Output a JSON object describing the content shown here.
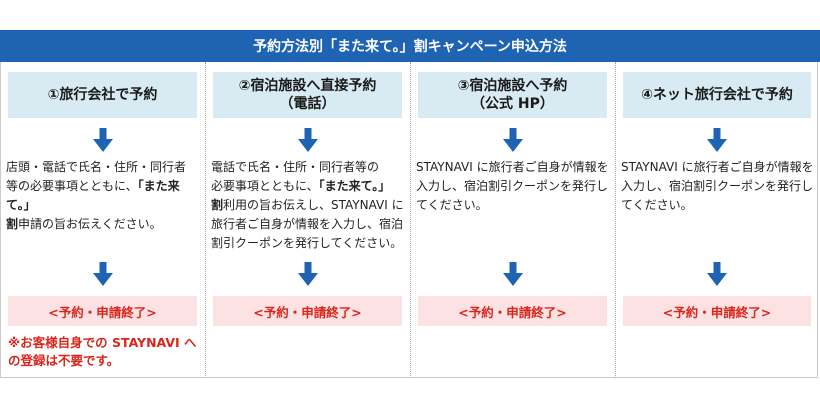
{
  "banner": {
    "title": "予約方法別「また来て。」割キャンペーン申込方法"
  },
  "columns": [
    {
      "heading": [
        "①旅行会社で予約"
      ],
      "desc": [
        {
          "t": "店頭・電話で氏名・住所・同行者",
          "b": false
        },
        {
          "t": "等の必要事項とともに、",
          "b": false
        },
        {
          "t": "「また来て。」",
          "b": true
        },
        {
          "t": "割",
          "b": true
        },
        {
          "t": "申請の旨お伝えください。",
          "b": false
        }
      ],
      "end": "<予約・申請終了>",
      "note": "※お客様自身での STAYNAVI への登録は不要です。"
    },
    {
      "heading": [
        "②宿泊施設へ直接予約",
        "（電話）"
      ],
      "desc": [
        {
          "t": "電話で氏名・住所・同行者等の",
          "b": false
        },
        {
          "t": "必要事項とともに、",
          "b": false
        },
        {
          "t": "「また来て。」",
          "b": true
        },
        {
          "t": "割",
          "b": true
        },
        {
          "t": "利用の旨お伝えし、STAYNAVI に旅行者ご自身が情報を入力し、宿泊割引クーポンを発行してください。",
          "b": false
        }
      ],
      "end": "<予約・申請終了>"
    },
    {
      "heading": [
        "③宿泊施設へ予約",
        "（公式 HP）"
      ],
      "desc": [
        {
          "t": "STAYNAVI に旅行者ご自身が情報を入力し、宿泊割引クーポンを発行してください。",
          "b": false
        }
      ],
      "end": "<予約・申請終了>"
    },
    {
      "heading": [
        "④ネット旅行会社で予約"
      ],
      "desc": [
        {
          "t": "STAYNAVI に旅行者ご自身が情報を入力し、宿泊割引クーポンを発行してください。",
          "b": false
        }
      ],
      "end": "<予約・申請終了>"
    }
  ],
  "colors": {
    "banner": "#1f64b2",
    "heading_bg": "#d8ebf3",
    "arrow": "#1f64b2",
    "end_bg": "#fce2e2",
    "accent_red": "#d9261c"
  },
  "icons": {
    "flow_arrow": "arrow-down-icon"
  }
}
